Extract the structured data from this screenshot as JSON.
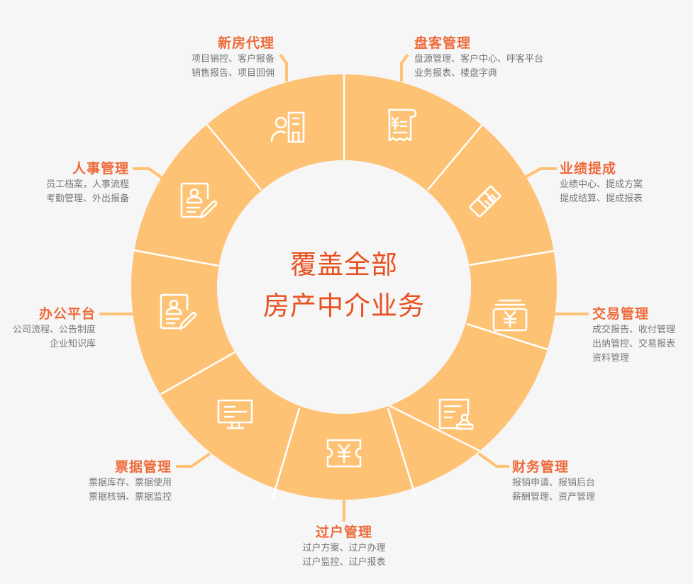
{
  "center": {
    "line1": "覆盖全部",
    "line2": "房产中介业务"
  },
  "colors": {
    "background": "#f6f6f6",
    "ring": "#fec274",
    "divider": "#ffffff",
    "title": "#ee6a3a",
    "center_text": "#e8501f",
    "desc": "#777777"
  },
  "modules": [
    {
      "title": "新房代理",
      "icon": "person-building-icon",
      "desc": [
        "项目销控、客户报备",
        "销售报告、项目回佣"
      ]
    },
    {
      "title": "盘客管理",
      "icon": "yuan-scroll-receipt-icon",
      "desc": [
        "盘源管理、客户中心、呼客平台",
        "业务报表、楼盘字典"
      ]
    },
    {
      "title": "业绩提成",
      "icon": "handshake-icon",
      "desc": [
        "业绩中心、提成方案",
        "提成结算、提成报表"
      ]
    },
    {
      "title": "交易管理",
      "icon": "yuan-wallet-icon",
      "desc": [
        "成交报告、收付管理",
        "出纳管控、交易报表",
        "资料管理"
      ]
    },
    {
      "title": "财务管理",
      "icon": "document-stamp-icon",
      "desc": [
        "报销申请、报销后台",
        "薪酬管理、资产管理"
      ]
    },
    {
      "title": "过户管理",
      "icon": "yuan-ticket-icon",
      "desc": [
        "过户方案、过户办理",
        "过户监控、过户报表"
      ]
    },
    {
      "title": "票据管理",
      "icon": "monitor-icon",
      "desc": [
        "票据库存、票据使用",
        "票据核销、票据监控"
      ]
    },
    {
      "title": "办公平台",
      "icon": "profile-pen-icon",
      "desc": [
        "公司流程、公告制度",
        "企业知识库"
      ]
    },
    {
      "title": "人事管理",
      "icon": "profile-pen-icon",
      "desc": [
        "员工档案，人事流程",
        "考勤管理、外出报备"
      ]
    }
  ]
}
